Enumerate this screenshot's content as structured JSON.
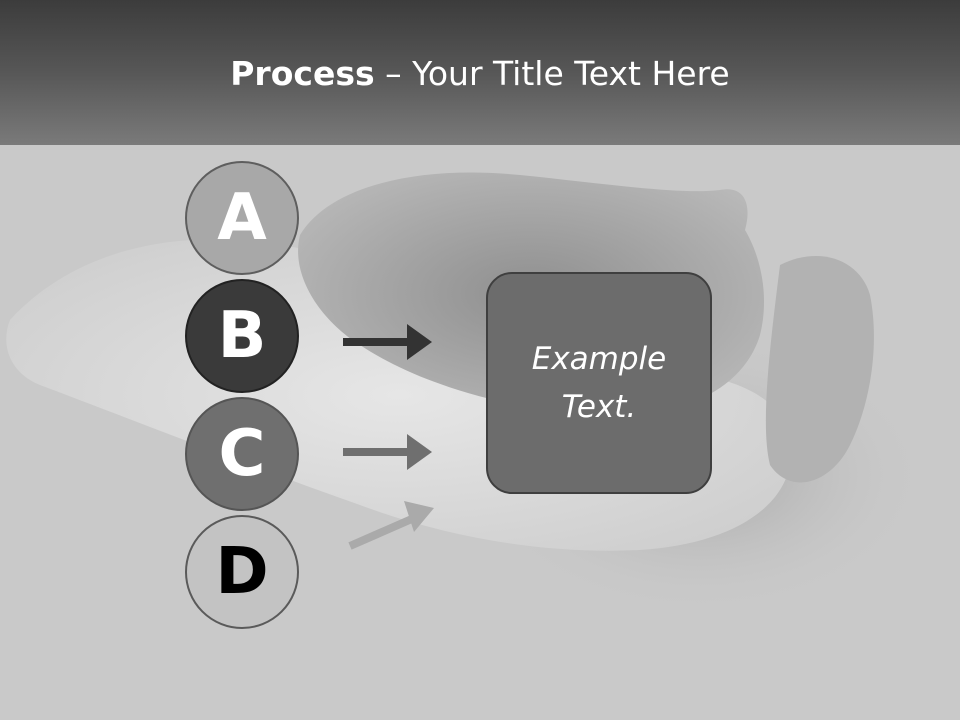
{
  "title": {
    "bold": "Process",
    "rest": " – Your Title Text Here"
  },
  "steps": [
    {
      "letter": "A"
    },
    {
      "letter": "B"
    },
    {
      "letter": "C"
    },
    {
      "letter": "D"
    }
  ],
  "box": {
    "text": "Example\nText."
  },
  "colors": {
    "header_top": "#3c3c3c",
    "background": "#c9c9c9",
    "step_b": "#3a3a3a",
    "step_c": "#6f6f6f",
    "box_fill": "#6c6c6c"
  }
}
